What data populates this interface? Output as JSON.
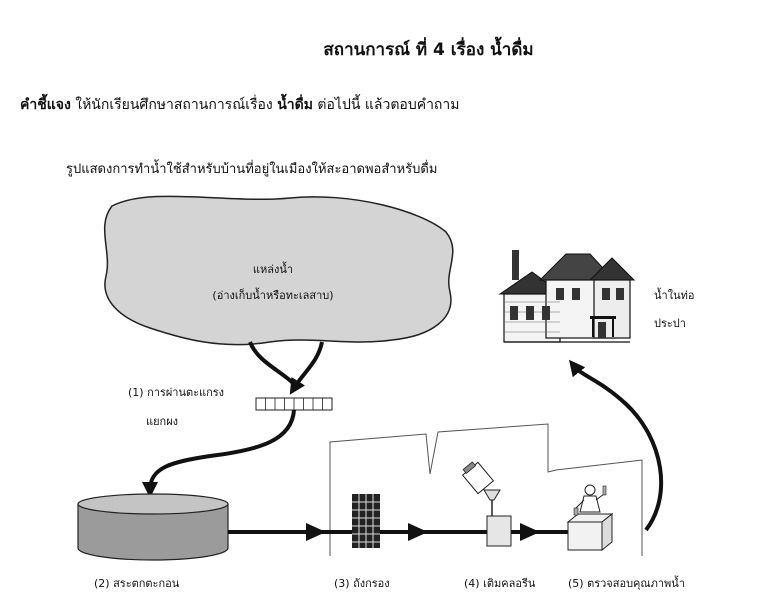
{
  "title": "สถานการณ์ ที่ 4  เรื่อง  น้ำดื่ม",
  "instruction": {
    "label": "คำชี้แจง",
    "text1": " ให้นักเรียนศึกษาสถานการณ์เรื่อง ",
    "topic": "น้ำดื่ม",
    "text2": " ต่อไปนี้ แล้วตอบคำถาม"
  },
  "caption": "รูปแสดงการทำน้ำใช้สำหรับบ้านที่อยู่ในเมืองให้สะอาดพอสำหรับดื่ม",
  "source": {
    "line1": "แหล่งน้ำ",
    "line2": "(อ่างเก็บน้ำหรือทะเลสาบ)"
  },
  "house": {
    "line1": "น้ำในท่อ",
    "line2": "ประปา"
  },
  "steps": {
    "screen_line1": "(1) การผ่านตะแกรง",
    "screen_line2": "แยกผง",
    "sediment": "(2) สระตกตะกอน",
    "filter": "(3) ถังกรอง",
    "chlorine": "(4) เติมคลอรีน",
    "quality": "(5) ตรวจสอบคุณภาพน้ำ"
  }
}
